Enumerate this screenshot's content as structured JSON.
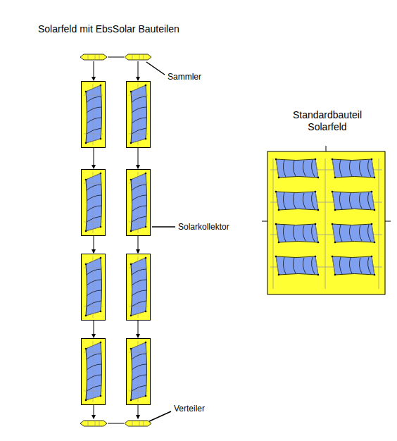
{
  "diagram": {
    "title": "Solarfeld mit EbsSolar Bauteilen",
    "nodes": [
      {
        "text": [
          "Standardbauteil Solarfeld"
        ]
      }
    ],
    "labels": [
      "Sammler",
      "Solarkollektor",
      "Verteiler"
    ]
  }
}
